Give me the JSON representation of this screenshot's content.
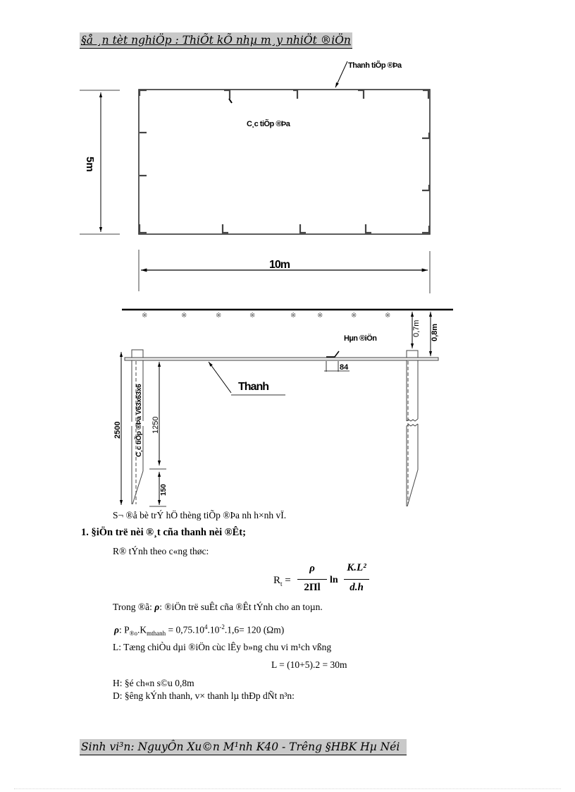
{
  "header": {
    "title": "§å ¸n tèt nghiÖp : ThiÕt kÕ nhµ m¸y nhiÖt ®iÖn"
  },
  "drawing_top": {
    "label_bar": "Thanh tiÕp ®Þa",
    "label_rods": "C¸c tiÕp ®Þa",
    "dim_height": "5m",
    "dim_width": "10m"
  },
  "drawing_section": {
    "label_weld": "Hµn ®iÖn",
    "dim_07": "0,7m",
    "dim_08": "0,8m",
    "dim_84": "84",
    "label_thanh": "Thanh",
    "dim_2500": "2500",
    "dim_1250": "1250",
    "dim_150": "150",
    "label_rod": "C¸c tiÕp ®Þa V63x63x6",
    "caption": "S¬ ®å bè trÝ hÖ thèng tiÕp ®Þa nh  h×nh vÏ."
  },
  "body": {
    "section_heading": "1. §iÖn trë nèi ®¸t cña thanh nèi ®Êt;",
    "intro": "R® tÝnh theo c«ng thøc:",
    "formula": {
      "lhs": "R",
      "lhs_sub": "t",
      "num1": "ρ",
      "den1": "2Πl",
      "ln": "ln",
      "num2": "K.L²",
      "den2": "d.h"
    },
    "line_trong": "Trong ®ã:",
    "line_trong_rest": ": ®iÖn trë suÊt cña ®Êt tÝnh cho an toµn.",
    "rho_symbol": "ρ",
    "line_rho_a": ": P",
    "line_rho_sub1": "®o",
    "line_rho_b": ".K",
    "line_rho_sub2": "mthanh",
    "line_rho_c": " = 0,75.10",
    "line_rho_sup1": "4",
    "line_rho_d": ".10",
    "line_rho_sup2": "-2",
    "line_rho_e": ".1,6= 120 (Ωm)",
    "line_L": "L: Tæng chiÒu dµi ®iÖn cùc lÊy b»ng  chu vi m¹ch vßng",
    "line_L_eq": "L = (10+5).2 = 30m",
    "line_H": "H: §é ch«n s©u 0,8m",
    "line_D": "D: §êng  kÝnh thanh, v× thanh lµ thÐp dÑt n³n:"
  },
  "footer": {
    "text": "Sinh vi³n: NguyÔn Xu©n M¹nh K40 - Tr­êng  §HBK Hµ Néi"
  }
}
